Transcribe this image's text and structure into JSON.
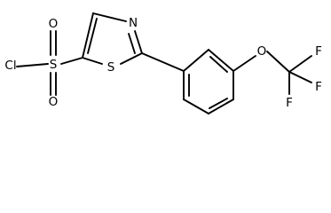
{
  "molecule": {
    "atoms": {
      "cl": "Cl",
      "s_sulfonyl": "S",
      "o_top": "O",
      "o_bottom": "O",
      "n_ring": "N",
      "s_ring": "S",
      "o_ether": "O",
      "f_top": "F",
      "f_right": "F",
      "f_bottom": "F"
    }
  }
}
